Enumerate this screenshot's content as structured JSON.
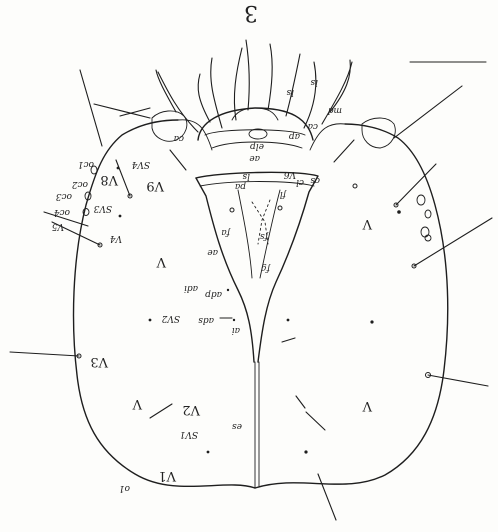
{
  "plate": {
    "number": "3",
    "orientation": "inverted (rotated 180°)"
  },
  "labels": {
    "a1": "o1",
    "a2": "V1",
    "a3": "SV1",
    "a4": "V2",
    "a5": "V",
    "a6": "V3",
    "a7": "SV2",
    "a8": "V",
    "a9": "V5",
    "a10": "V4",
    "a11": "SV3",
    "a12": "oc4",
    "a13": "oc3",
    "a14": "oc2",
    "a15": "oc1",
    "a16": "SV4",
    "a17": "V8",
    "a18": "V9",
    "a19": "ads",
    "a20": "adp",
    "a21": "adi",
    "a22": "ai",
    "a23": "ae",
    "a24": "es",
    "a25": "fa",
    "a26": "fg",
    "a27": "pa",
    "a28": "fs",
    "a29": "ls",
    "a30": "ca",
    "a31": "ae",
    "a32": "elp",
    "a33": "ap",
    "a34": "ls",
    "a35": "cl",
    "a36": "cs",
    "a37": "V",
    "a38": "V",
    "a39": "V6",
    "a40": "ca",
    "a41": "md",
    "a42": "fl",
    "a43": "ls"
  }
}
